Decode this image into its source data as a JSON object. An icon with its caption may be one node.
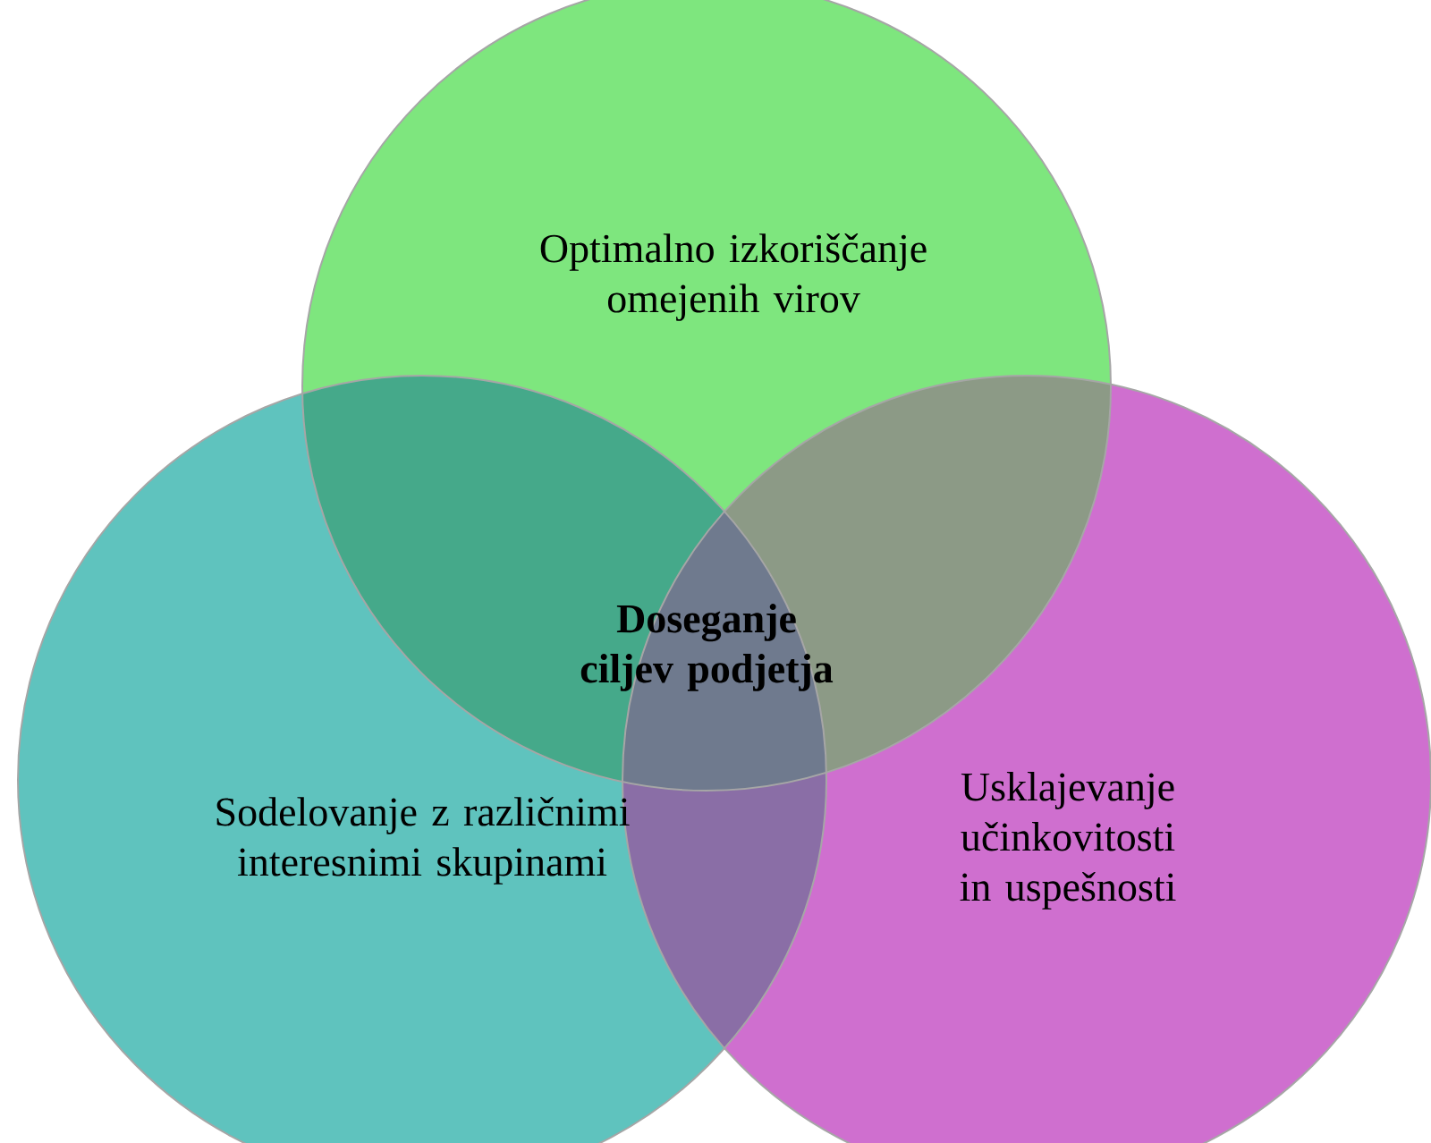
{
  "diagram": {
    "nodes": [
      {
        "text": [
          "Optimalno izkoriščanje omejenih virov"
        ]
      },
      {
        "text": [
          "Sodelovanje z različnimi interesnimi skupinami"
        ]
      },
      {
        "text": [
          "Usklajevanje učinkovitosti in uspešnosti"
        ]
      }
    ],
    "labels": [
      "Doseganje ciljev podjetja"
    ]
  }
}
